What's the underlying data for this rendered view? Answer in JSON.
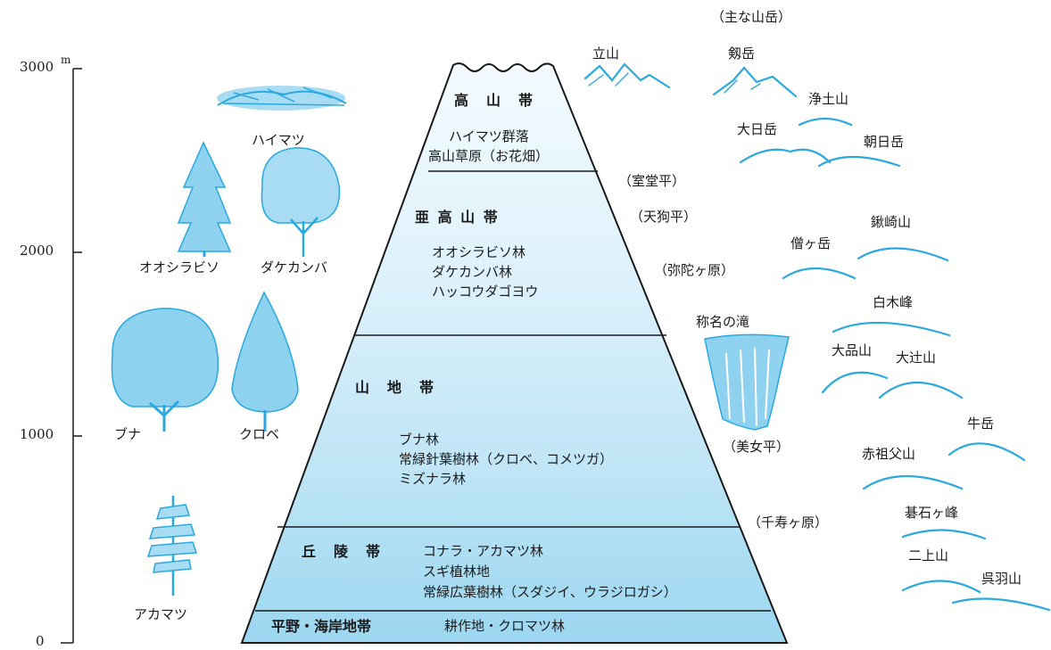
{
  "header": {
    "main_peaks": "（主な山岳）"
  },
  "axis": {
    "unit": "m",
    "ticks": [
      "3000",
      "2000",
      "1000",
      "0"
    ]
  },
  "zones": {
    "alpine": {
      "name": "高　山　帯",
      "lines": [
        "ハイマツ群落",
        "高山草原（お花畑）"
      ]
    },
    "subalpine": {
      "name": "亜 高 山 帯",
      "lines": [
        "オオシラビソ林",
        "ダケカンバ林",
        "ハッコウダゴヨウ"
      ]
    },
    "montane": {
      "name": "山　地　帯",
      "lines": [
        "ブナ林",
        "常緑針葉樹林（クロベ、コメツガ）",
        "ミズナラ林"
      ]
    },
    "hill": {
      "name": "丘　陵　帯",
      "lines": [
        "コナラ・アカマツ林",
        "スギ植林地",
        "常緑広葉樹林（スダジイ、ウラジロガシ）"
      ]
    },
    "plain": {
      "name": "平野・海岸地帯",
      "lines": [
        "耕作地・クロマツ林"
      ]
    }
  },
  "trees": {
    "haimatsu": "ハイマツ",
    "ooshirabiso": "オオシラビソ",
    "dakekanba": "ダケカンバ",
    "buna": "ブナ",
    "kurobe": "クロベ",
    "akamatsu": "アカマツ"
  },
  "places": {
    "murodo": "（室堂平）",
    "tengu": "（天狗平）",
    "midagahara": "（弥陀ヶ原）",
    "bijodaira": "（美女平）",
    "senjugahara": "（千寿ヶ原）",
    "shomyo": "称名の滝"
  },
  "peaks": {
    "tateyama": "立山",
    "tsurugi": "剱岳",
    "jodo": "浄土山",
    "dainichi": "大日岳",
    "asahi": "朝日岳",
    "soga": "僧ヶ岳",
    "keyaki": "鍬崎山",
    "hakuboku": "白木峰",
    "ooshina": "大品山",
    "ootsuji": "大辻山",
    "ushi": "牛岳",
    "akaso": "赤祖父山",
    "goishi": "碁石ヶ峰",
    "nijo": "二上山",
    "kureha": "呉羽山"
  },
  "colors": {
    "accent": "#29a9df",
    "zone_fill_top": "#f3fbff",
    "zone_fill_bottom": "#9bd6f0",
    "ink": "#1a1a1a"
  }
}
